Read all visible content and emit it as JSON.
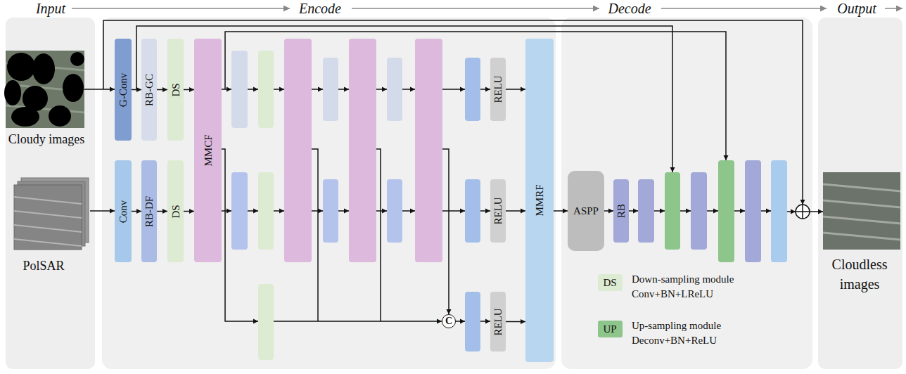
{
  "diagram": {
    "nodes": [
      {
        "text": [
          "G-Conv"
        ]
      },
      {
        "text": [
          "RB-GC"
        ]
      },
      {
        "text": [
          "DS"
        ]
      },
      {
        "text": [
          "MMCF"
        ]
      },
      {
        "text": [
          "RELU"
        ]
      },
      {
        "text": [
          "Conv"
        ]
      },
      {
        "text": [
          "RB-DF"
        ]
      },
      {
        "text": [
          "DS"
        ]
      },
      {
        "text": [
          "RELU"
        ]
      },
      {
        "text": [
          "C"
        ]
      },
      {
        "text": [
          "RELU"
        ]
      },
      {
        "text": [
          "MMRF"
        ]
      },
      {
        "text": [
          "ASPP"
        ]
      },
      {
        "text": [
          "RB"
        ]
      }
    ],
    "edges": [
      {
        "from": 0,
        "to": 1,
        "arrow": "to"
      },
      {
        "from": 1,
        "to": 2,
        "arrow": "to"
      },
      {
        "from": 2,
        "to": 3,
        "arrow": "to"
      },
      {
        "from": 5,
        "to": 6,
        "arrow": "to"
      },
      {
        "from": 6,
        "to": 7,
        "arrow": "to"
      },
      {
        "from": 7,
        "to": 3,
        "arrow": "to"
      },
      {
        "from": 4,
        "to": 11,
        "arrow": "to"
      },
      {
        "from": 8,
        "to": 11,
        "arrow": "to"
      },
      {
        "from": 10,
        "to": 11,
        "arrow": "to"
      },
      {
        "from": 11,
        "to": 12,
        "arrow": "to"
      },
      {
        "from": 12,
        "to": 13,
        "arrow": "to"
      }
    ],
    "labels": [
      "Input",
      "Encode",
      "Decode",
      "Output",
      "Cloudy images",
      "PolSAR",
      "Cloudless images",
      "DS",
      "UP"
    ],
    "legend": [
      {
        "text": "Down-sampling module Conv+BN+LReLU",
        "color": "#dcebd2"
      },
      {
        "text": "Up-sampling module Deconv+BN+ReLU",
        "color": "#8dc58b"
      }
    ]
  }
}
